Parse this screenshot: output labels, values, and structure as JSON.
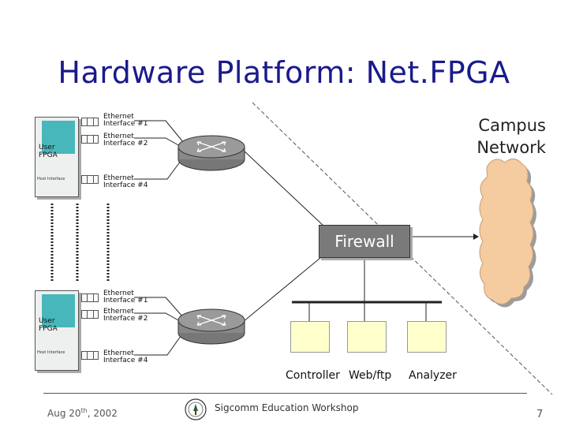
{
  "slide": {
    "title": "Hardware Platform: Net.FPGA",
    "campus_label_1": "Campus",
    "campus_label_2": "Network",
    "firewall_label": "Firewall"
  },
  "boards": [
    {
      "fpga_label_1": "User",
      "fpga_label_2": "FPGA",
      "cpu_label": "Host  Interface",
      "ports": [
        {
          "line1": "Ethernet",
          "line2": "Interface #1"
        },
        {
          "line1": "Ethernet",
          "line2": "Interface #2"
        },
        {
          "line1": "Ethernet",
          "line2": "Interface #4"
        }
      ]
    },
    {
      "fpga_label_1": "User",
      "fpga_label_2": "FPGA",
      "cpu_label": "Host  Interface",
      "ports": [
        {
          "line1": "Ethernet",
          "line2": "Interface #1"
        },
        {
          "line1": "Ethernet",
          "line2": "Interface #2"
        },
        {
          "line1": "Ethernet",
          "line2": "Interface #4"
        }
      ]
    }
  ],
  "hosts": {
    "controller": "Controller",
    "webftp": "Web/ftp",
    "analyzer": "Analyzer"
  },
  "footer": {
    "date_main": "Aug 20",
    "date_sup": "th",
    "date_year": ", 2002",
    "workshop": "Sigcomm Education Workshop",
    "page": "7"
  },
  "colors": {
    "title": "#1a1a8c",
    "fpga": "#48b7bb",
    "cloud": "#f5cba0",
    "firewall": "#7a7a7a",
    "host": "#ffffcc"
  }
}
